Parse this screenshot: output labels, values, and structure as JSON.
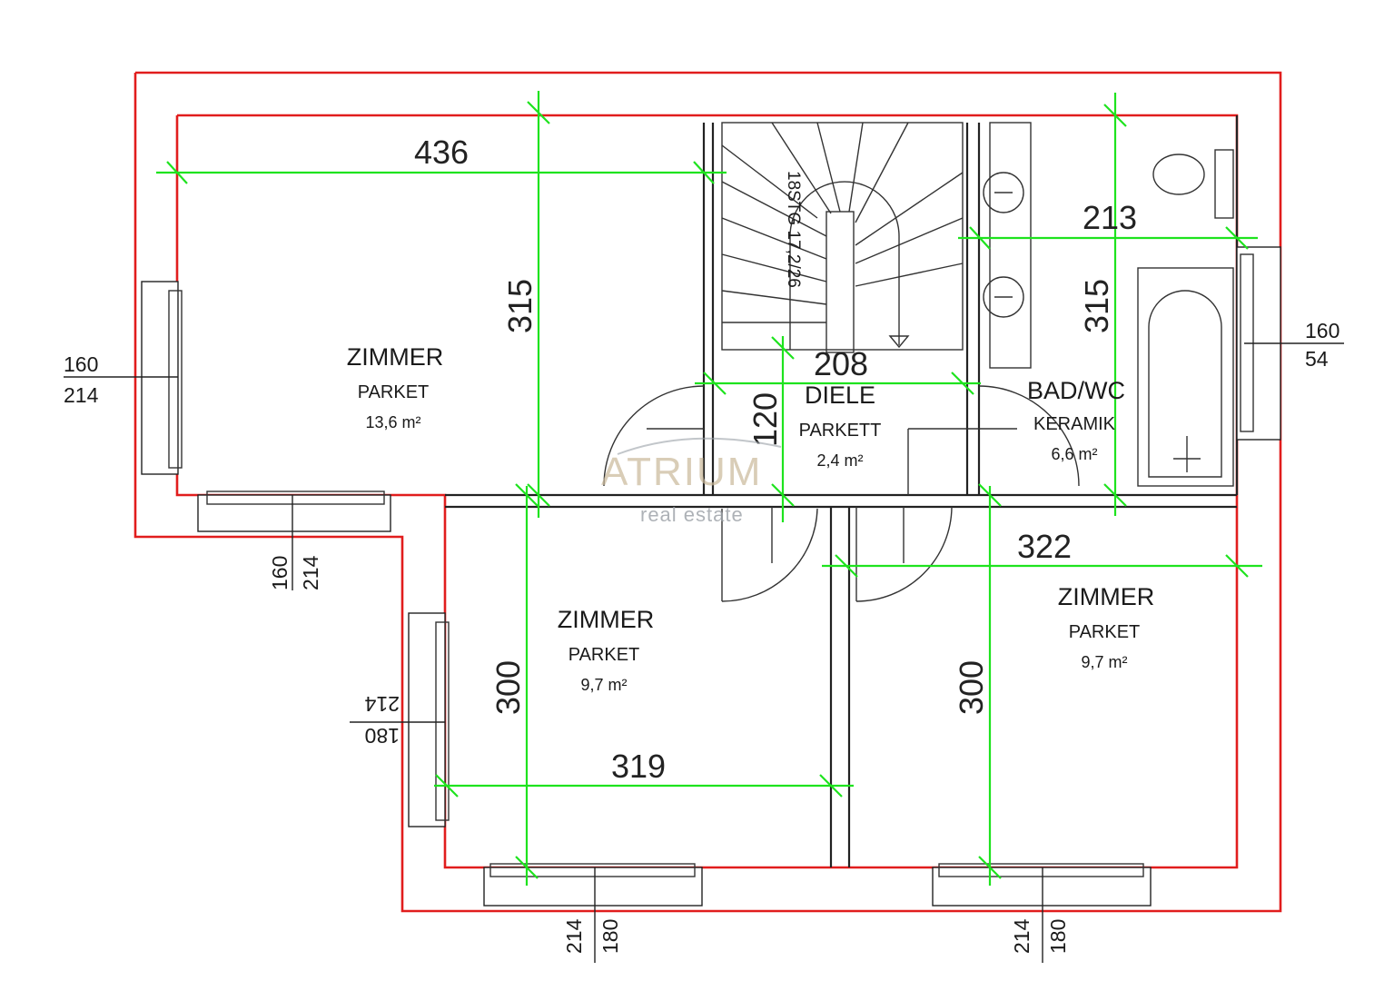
{
  "colors": {
    "outline": "#e11d1d",
    "dimension": "#1ee31e",
    "wall": "#222222",
    "logo": "#c9b89a"
  },
  "rooms": {
    "zimmer_top": {
      "name": "ZIMMER",
      "floor": "PARKET",
      "area": "13,6 m²"
    },
    "diele": {
      "name": "DIELE",
      "floor": "PARKETT",
      "area": "2,4 m²"
    },
    "bad": {
      "name": "BAD/WC",
      "floor": "KERAMIK",
      "area": "6,6 m²"
    },
    "zimmer_left": {
      "name": "ZIMMER",
      "floor": "PARKET",
      "area": "9,7 m²"
    },
    "zimmer_right": {
      "name": "ZIMMER",
      "floor": "PARKET",
      "area": "9,7 m²"
    }
  },
  "dimensions": {
    "top_width": "436",
    "top_height": "315",
    "bath_width": "213",
    "bath_height": "315",
    "hall_width": "208",
    "hall_height": "120",
    "right_width": "322",
    "left_width": "319",
    "left_height": "300",
    "right_height": "300"
  },
  "stair": {
    "label": "18STG 17,2/26"
  },
  "windows": {
    "w_left_top": {
      "upper": "160",
      "lower": "214"
    },
    "w_bottom_top": {
      "upper": "160",
      "lower": "214"
    },
    "w_right_bath": {
      "upper": "160",
      "lower": "54"
    },
    "w_left_mid": {
      "upper": "214",
      "lower": "180"
    },
    "w_bottom_left": {
      "upper": "214",
      "lower": "180"
    },
    "w_bottom_right": {
      "upper": "214",
      "lower": "180"
    }
  },
  "logo": {
    "main": "ATRIUM",
    "sub": "real estate"
  }
}
